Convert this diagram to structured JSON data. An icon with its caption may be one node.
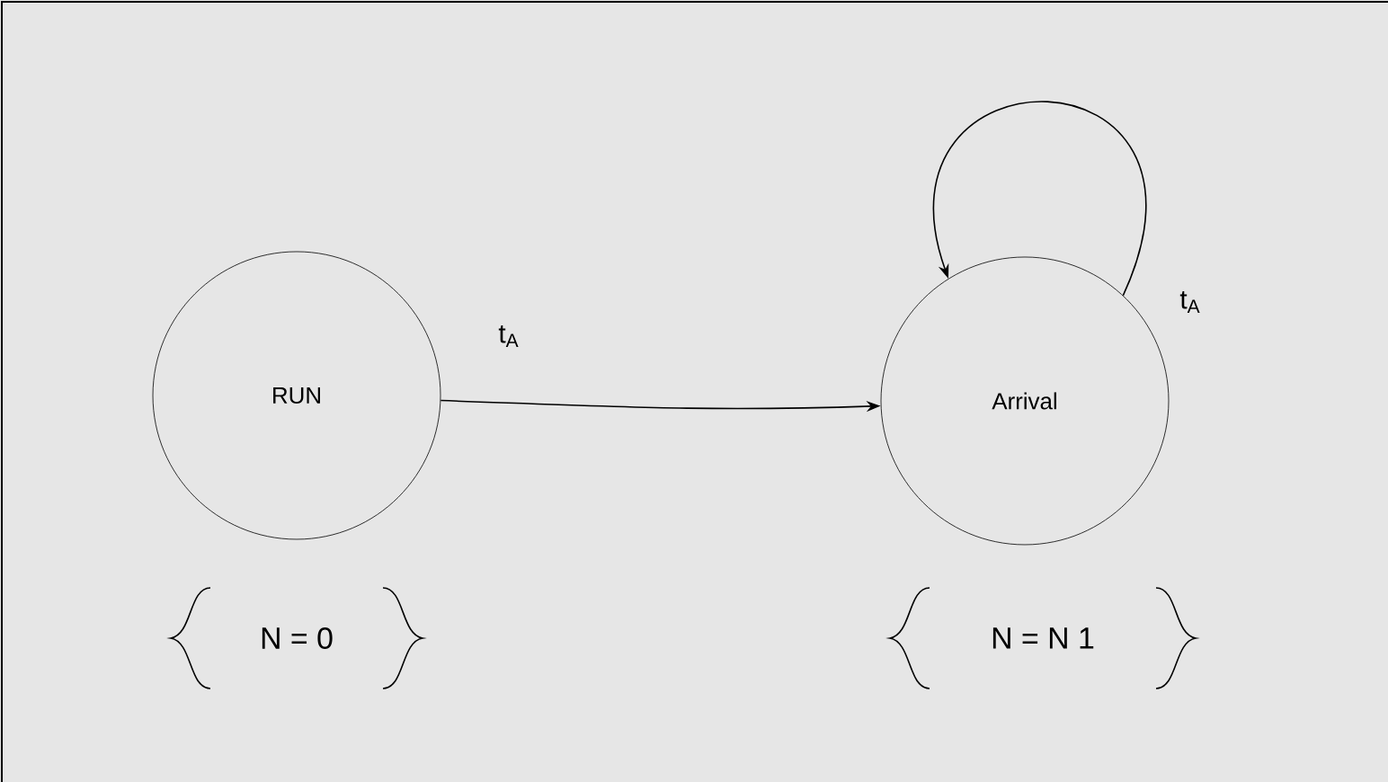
{
  "diagram": {
    "nodes": [
      {
        "text": [
          "RUN"
        ],
        "beside": [
          "N = 0"
        ]
      },
      {
        "text": [
          "Arrival"
        ],
        "beside": [
          "N = N  1"
        ]
      }
    ],
    "edges": [
      {
        "from": 0,
        "to": 1,
        "arrow": "to",
        "label": "t$_{A}$"
      },
      {
        "from": 1,
        "to": 1,
        "arrow": "to",
        "label": "t$_{A}$"
      }
    ]
  }
}
